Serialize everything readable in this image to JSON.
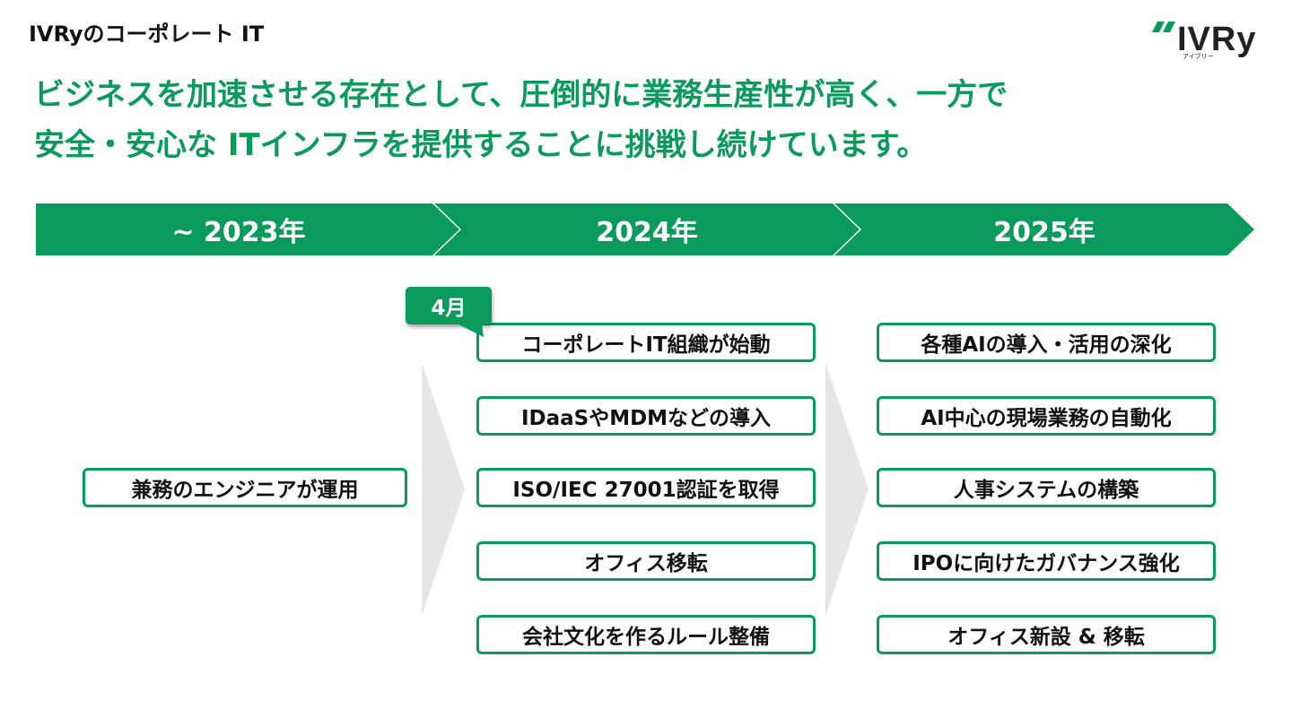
{
  "header": {
    "title": "IVRyのコーポレート IT",
    "logo_text": "IVRy",
    "logo_sub": "アイブリー"
  },
  "headline": {
    "line1": "ビジネスを加速させる存在として、圧倒的に業務生産性が高く、一方で",
    "line2": "安全・安心な ITインフラを提供することに挑戦し続けています。"
  },
  "timeline": [
    {
      "label": "~ 2023年"
    },
    {
      "label": "2024年"
    },
    {
      "label": "2025年"
    }
  ],
  "phase2023": {
    "item": "兼務のエンジニアが運用"
  },
  "badge": {
    "label": "4月"
  },
  "items2024": [
    "コーポレートIT組織が始動",
    "IDaaSやMDMなどの導入",
    "ISO/IEC 27001認証を取得",
    "オフィス移転",
    "会社文化を作るルール整備"
  ],
  "items2025": [
    "各種AIの導入・活用の深化",
    "AI中心の現場業務の自動化",
    "人事システムの構築",
    "IPOに向けたガバナンス強化",
    "オフィス新設 & 移転"
  ],
  "colors": {
    "accent": "#0a9a5c",
    "arrow": "#e6e6e6"
  },
  "icons": {
    "logo_mark": "ivry-logo-mark-icon"
  }
}
